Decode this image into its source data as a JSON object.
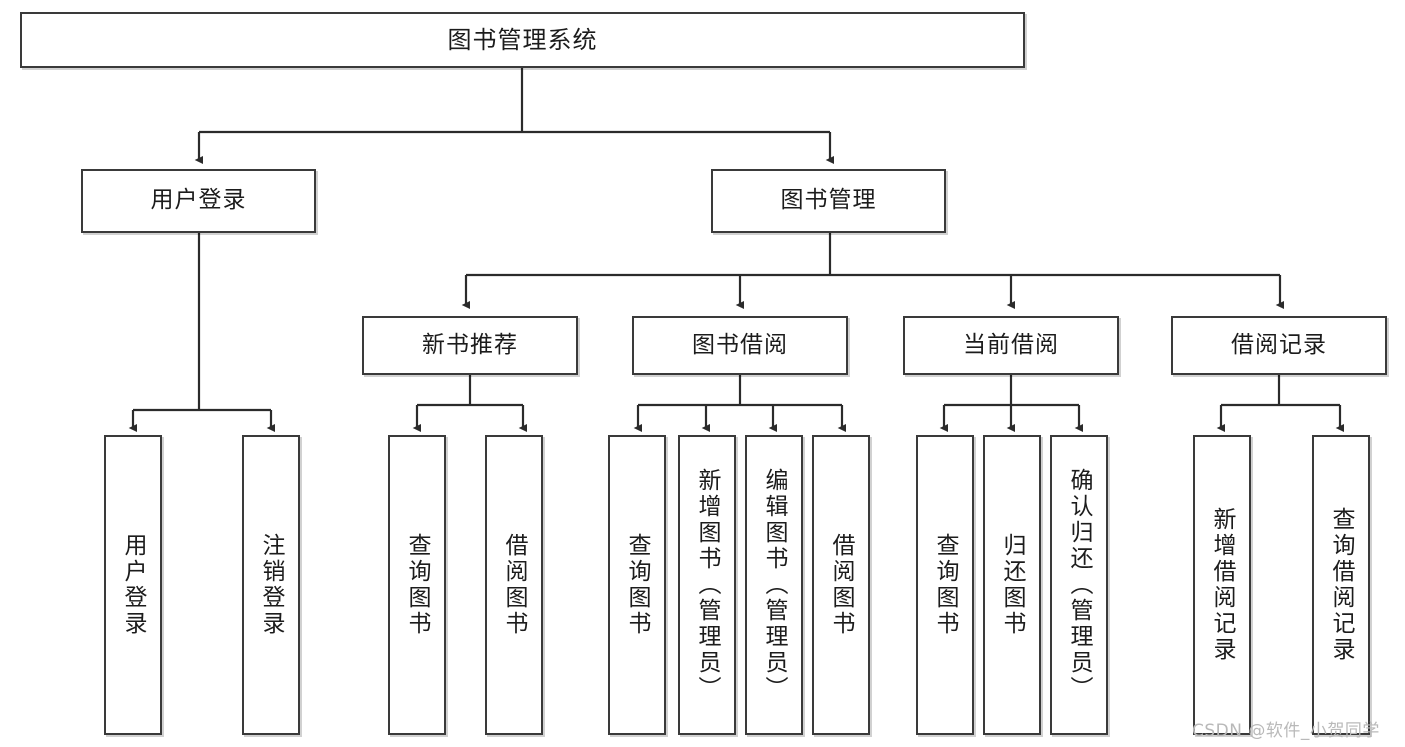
{
  "diagram": {
    "title": "图书管理系统",
    "type": "tree",
    "root": {
      "label": "图书管理系统"
    },
    "level1": [
      {
        "label": "用户登录"
      },
      {
        "label": "图书管理"
      }
    ],
    "level2": [
      {
        "label": "新书推荐"
      },
      {
        "label": "图书借阅"
      },
      {
        "label": "当前借阅"
      },
      {
        "label": "借阅记录"
      }
    ],
    "leaves": {
      "user_login": [
        {
          "label": "用户登录"
        },
        {
          "label": "注销登录"
        }
      ],
      "new_book": [
        {
          "label": "查询图书"
        },
        {
          "label": "借阅图书"
        }
      ],
      "borrow_book": [
        {
          "label": "查询图书"
        },
        {
          "label": "新增图书（管理员）"
        },
        {
          "label": "编辑图书（管理员）"
        },
        {
          "label": "借阅图书"
        }
      ],
      "current_borrow": [
        {
          "label": "查询图书"
        },
        {
          "label": "归还图书"
        },
        {
          "label": "确认归还（管理员）"
        }
      ],
      "borrow_record": [
        {
          "label": "新增借阅记录"
        },
        {
          "label": "查询借阅记录"
        }
      ]
    }
  },
  "watermark": {
    "text": "CSDN @软件_小贺同学"
  },
  "colors": {
    "box_border": "#3a3a3a",
    "box_fill": "#ffffff",
    "line": "#2b2b2b",
    "text": "#1c1c1c",
    "watermark": "#b9b9b9"
  }
}
